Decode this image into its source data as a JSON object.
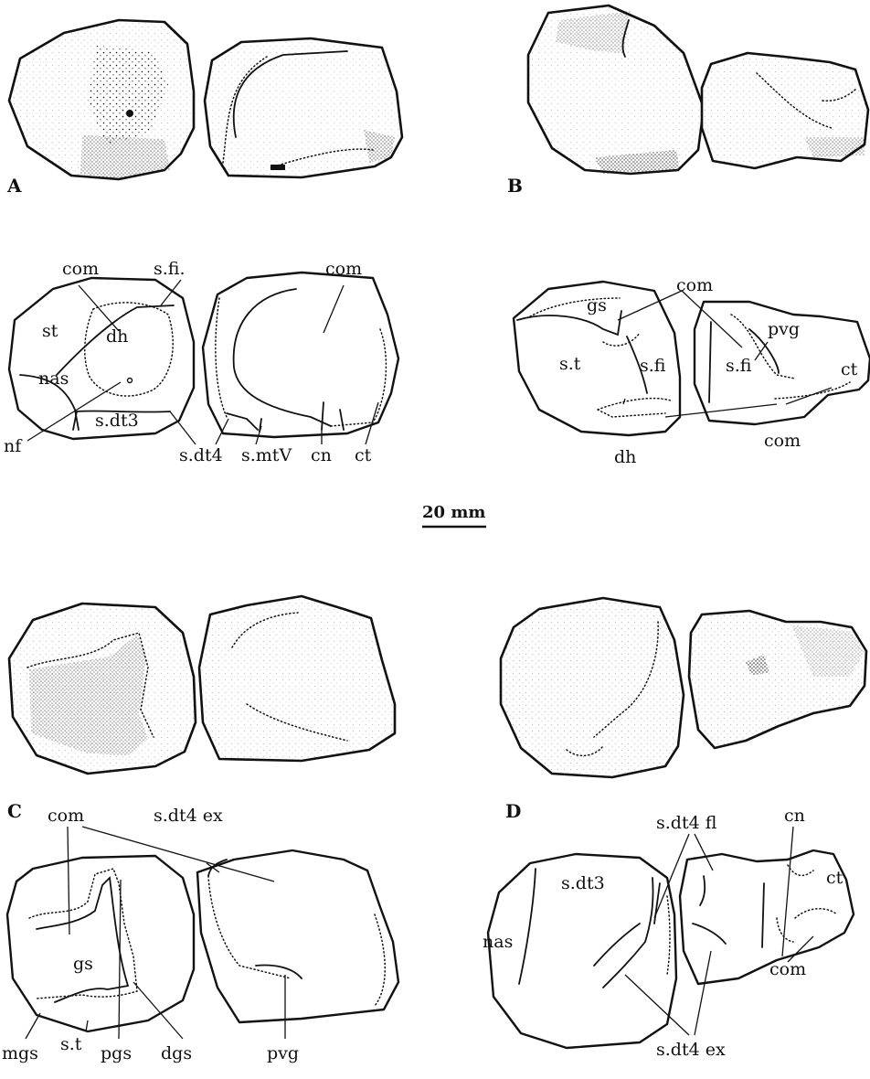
{
  "panels": {
    "a": "A",
    "b": "B",
    "c": "C",
    "d": "D"
  },
  "scale_bar": "20 mm",
  "labels": {
    "a": {
      "com_1": "com",
      "s_fi": "s.fi.",
      "com_2": "com",
      "st": "st",
      "dh": "dh",
      "nas": "nas",
      "nf": "nf",
      "s_dt3": "s.dt3",
      "s_dt4": "s.dt4",
      "s_mtV": "s.mtV",
      "cn": "cn",
      "ct": "ct"
    },
    "b": {
      "com_1": "com",
      "gs": "gs",
      "pvg": "pvg",
      "s_t": "s.t",
      "s_fi_1": "s.fi",
      "s_fi_2": "s.fi",
      "ct": "ct",
      "dh": "dh",
      "com_2": "com"
    },
    "c": {
      "com": "com",
      "s_dt4_ex": "s.dt4 ex",
      "gs": "gs",
      "mgs": "mgs",
      "s_t": "s.t",
      "pgs": "pgs",
      "dgs": "dgs",
      "pvg": "pvg"
    },
    "d": {
      "s_dt4_fl": "s.dt4 fl",
      "cn": "cn",
      "ct": "ct",
      "s_dt3": "s.dt3",
      "nas": "nas",
      "com": "com",
      "s_dt4_ex": "s.dt4 ex"
    }
  }
}
